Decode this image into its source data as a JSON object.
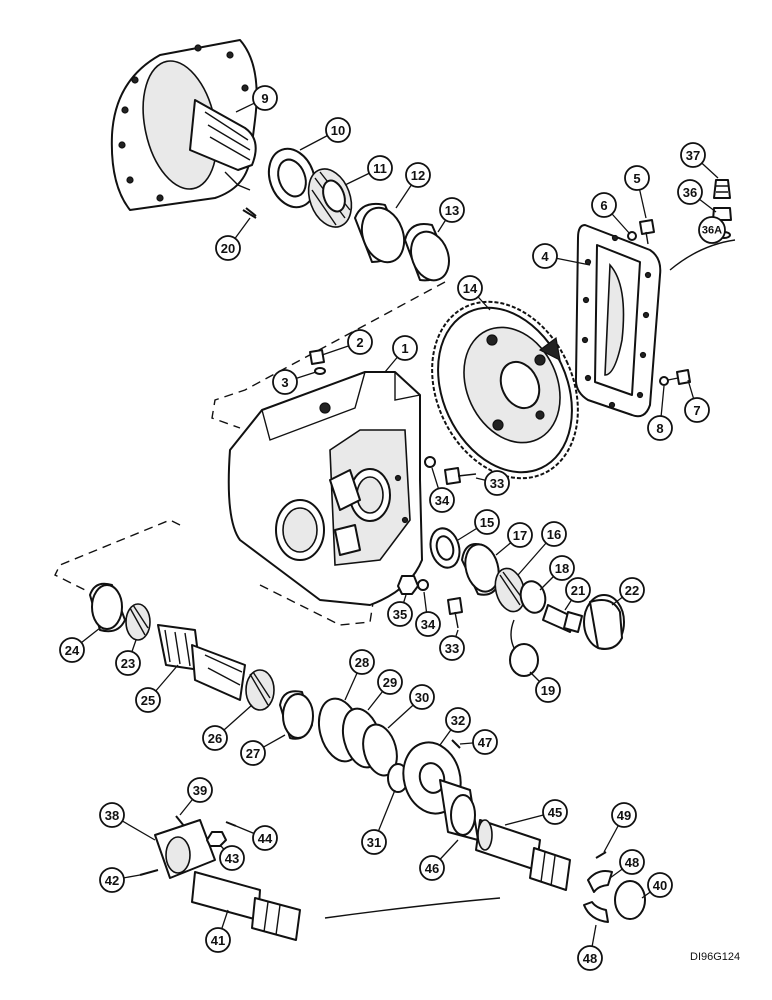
{
  "figure": {
    "code": "DI96G124"
  },
  "callouts": [
    "1",
    "2",
    "3",
    "4",
    "5",
    "6",
    "7",
    "8",
    "9",
    "10",
    "11",
    "12",
    "13",
    "14",
    "15",
    "16",
    "17",
    "18",
    "19",
    "20",
    "21",
    "22",
    "23",
    "24",
    "25",
    "26",
    "27",
    "28",
    "29",
    "30",
    "31",
    "32",
    "33",
    "33",
    "34",
    "34",
    "35",
    "36",
    "36A",
    "37",
    "38",
    "39",
    "40",
    "41",
    "42",
    "43",
    "44",
    "45",
    "46",
    "47",
    "48",
    "48",
    "49"
  ]
}
